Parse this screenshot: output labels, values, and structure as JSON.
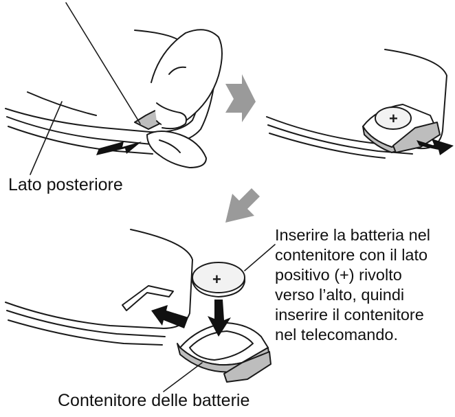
{
  "labels": {
    "back_side": "Lato posteriore",
    "instruction_lines": [
      "Inserire la batteria nel",
      "contenitore con il lato",
      "positivo (+) rivolto",
      "verso l’alto, quindi",
      "inserire il contenitore",
      "nel telecomando."
    ],
    "battery_holder": "Contenitore delle batterie"
  },
  "symbols": {
    "plus": "+"
  },
  "colors": {
    "line": "#1a1a1a",
    "step_arrow": "#9a9a9a",
    "action_arrow": "#111111",
    "holder_shade": "#bdbdbd",
    "battery_fill": "#f2f2f2"
  },
  "icons": [
    "step-arrow-icon",
    "push-arrow-icon",
    "pull-arrow-icon",
    "insert-arrow-icon",
    "down-arrow-icon"
  ]
}
